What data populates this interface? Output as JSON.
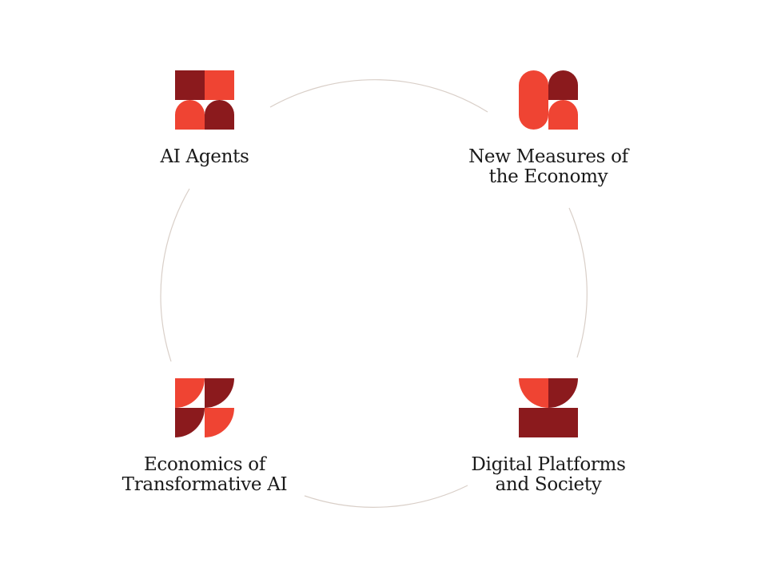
{
  "colors": {
    "light_red": "#ef4433",
    "dark_red": "#8b1a1d",
    "ring": "#d9cfc8",
    "text": "#1a1a1a"
  },
  "diagram": {
    "nodes": [
      {
        "id": "ai-agents",
        "label_lines": [
          "AI Agents"
        ],
        "icon": "ai-agents-icon"
      },
      {
        "id": "new-measures",
        "label_lines": [
          "New Measures of",
          "the Economy"
        ],
        "icon": "new-measures-icon"
      },
      {
        "id": "econ-tai",
        "label_lines": [
          "Economics of",
          "Transformative AI"
        ],
        "icon": "econ-tai-icon"
      },
      {
        "id": "digital",
        "label_lines": [
          "Digital Platforms",
          "and Society"
        ],
        "icon": "digital-platforms-icon"
      }
    ]
  }
}
